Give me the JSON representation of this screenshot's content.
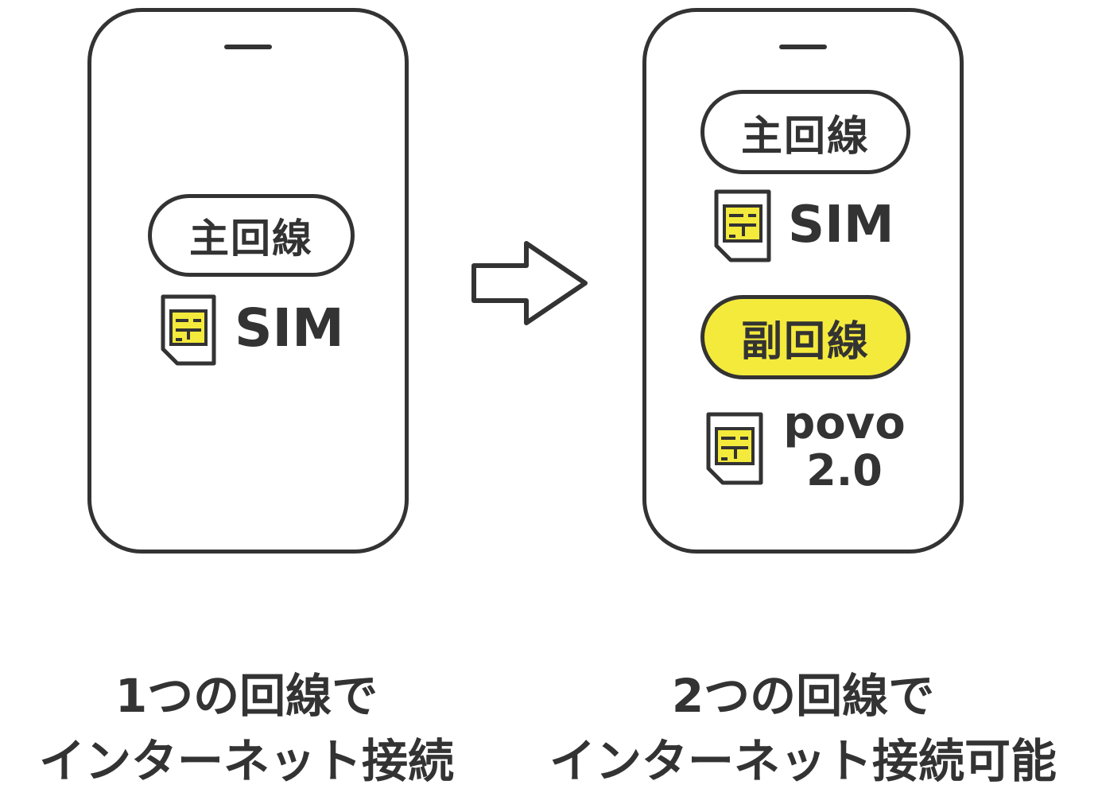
{
  "left_phone": {
    "primary_line_label": "主回線",
    "sim_label": "SIM"
  },
  "right_phone": {
    "primary_line_label": "主回線",
    "sim_label": "SIM",
    "secondary_line_label": "副回線",
    "povo_line1": "povo",
    "povo_line2": "2.0"
  },
  "captions": {
    "left_line1": "1つの回線で",
    "left_line2": "インターネット接続",
    "right_line1": "2つの回線で",
    "right_line2": "インターネット接続可能"
  },
  "colors": {
    "outline": "#333333",
    "highlight": "#f4ea3c"
  },
  "icons": [
    "sim-card-icon",
    "right-arrow-icon"
  ]
}
